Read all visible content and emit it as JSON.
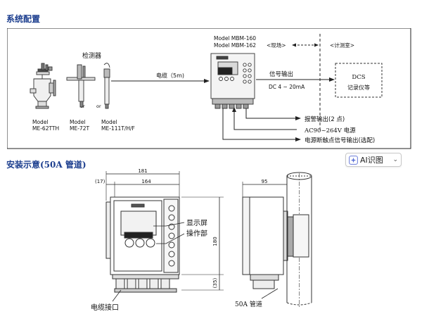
{
  "section1": {
    "title": "系统配置"
  },
  "section2": {
    "title": "安装示意(50A 管道)"
  },
  "diagram1": {
    "model_top_line1": "Model MBM-160",
    "model_top_line2": "Model MBM-162",
    "site_label": "<现场>",
    "control_room_label": "<计测室>",
    "detector_label": "检测器",
    "cable_label": "电缆（5m)",
    "signal_output": "信号输出",
    "signal_range": "DC 4 ~ 20mA",
    "dcs_line1": "DCS",
    "dcs_line2": "记录仪等",
    "or1": "or",
    "or2": "or",
    "sensors": [
      {
        "line1": "Model",
        "line2": "ME-62TTH"
      },
      {
        "line1": "Model",
        "line2": "ME-72T"
      },
      {
        "line1": "Model",
        "line2": "ME-111T/H/F"
      }
    ],
    "outputs": [
      "报警输出(2 点)",
      "AC90~264V 电源",
      "电源断触点信号输出(选配)"
    ]
  },
  "diagram2": {
    "dim_181": "181",
    "dim_17": "(17)",
    "dim_164": "164",
    "dim_180": "180",
    "dim_35": "(35)",
    "dim_95": "95",
    "label_display": "显示屏",
    "label_operation": "操作部",
    "label_cable_port": "电缆接口",
    "label_pipe": "50A 管道"
  },
  "ai_button": {
    "label": "AI识图",
    "icon": "sparkle-icon",
    "chevron": "chevron-down-icon"
  }
}
